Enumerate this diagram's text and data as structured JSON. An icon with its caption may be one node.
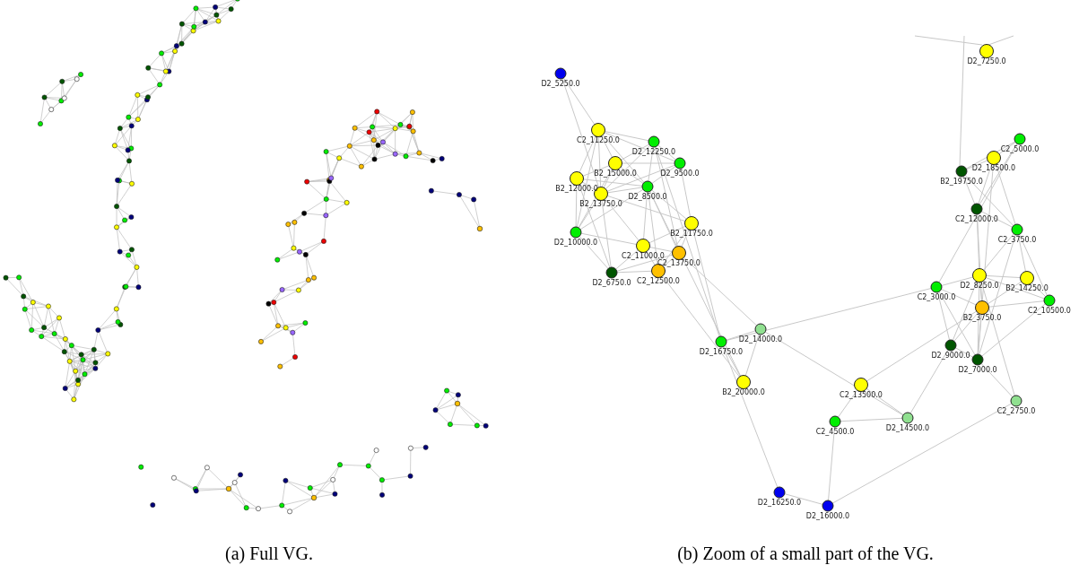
{
  "diagram": {
    "labels": [
      "D2_7250.0",
      "D2_5250.0",
      "C2_5000.0",
      "C2_11250.0",
      "D2_12250.0",
      "D2_18500.0",
      "D2_9500.0",
      "B2_15000.0",
      "B2_19750.0",
      "B2_12000.0",
      "D2_8500.0",
      "B2_13750.0",
      "C2_12000.0",
      "B2_11750.0",
      "C2_3750.0",
      "D2_10000.0",
      "C2_11000.0",
      "C2_13750.0",
      "D2_6750.0",
      "C2_12500.0",
      "D2_8250.0",
      "B2_14250.0",
      "C2_3000.0",
      "C2_10500.0",
      "B2_3750.0",
      "D2_14000.0",
      "D2_16750.0",
      "D2_9000.0",
      "D2_7000.0",
      "B2_20000.0",
      "C2_13500.0",
      "C2_2750.0",
      "D2_14500.0",
      "C2_4500.0",
      "D2_16250.0",
      "D2_16000.0",
      "(a) Full VG.",
      "(b) Zoom of a small part of the VG."
    ]
  }
}
